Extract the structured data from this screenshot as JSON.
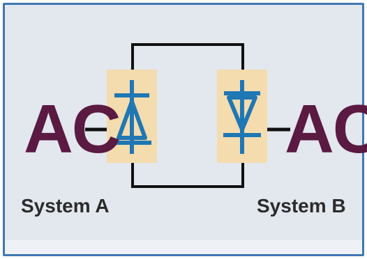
{
  "diagram": {
    "left_system": {
      "label": "AC",
      "name": "System A"
    },
    "right_system": {
      "label": "AC",
      "name": "System B"
    }
  },
  "colors": {
    "ac_text": "#5a1a42",
    "frame_border": "#3f77b3",
    "panel_bg": "#e3e7ee",
    "converter_box": "#f4dcae",
    "converter_symbol": "#1f77b4",
    "wire": "#111111"
  },
  "icons": [
    "rectifier-icon",
    "inverter-icon"
  ]
}
